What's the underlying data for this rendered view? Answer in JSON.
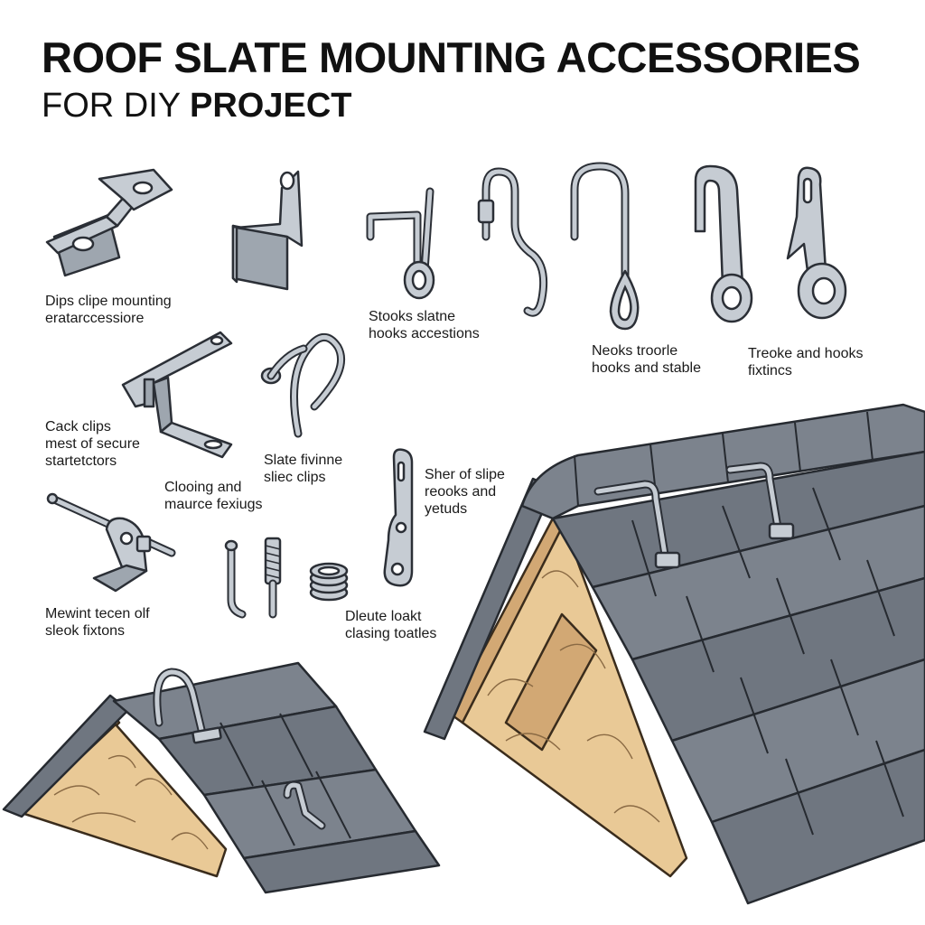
{
  "header": {
    "title": "ROOF SLATE MOUNTING ACCESSORIES",
    "subtitle_prefix": "FOR DIY",
    "subtitle_bold": "PROJECT"
  },
  "labels": [
    {
      "id": "dips-clips",
      "lines": [
        "Dips clipe mounting",
        "eratarccessiore"
      ]
    },
    {
      "id": "stooks-slate",
      "lines": [
        "Stooks slatne",
        "hooks accestions"
      ]
    },
    {
      "id": "neoks-trooole",
      "lines": [
        "Neoks troorle",
        "hooks and stable"
      ]
    },
    {
      "id": "treoke-hooks",
      "lines": [
        "Treoke and hooks",
        "fixtincs"
      ]
    },
    {
      "id": "cack-clips",
      "lines": [
        "Cack clips",
        "mest of secure",
        "startetctors"
      ]
    },
    {
      "id": "slate-fivinne",
      "lines": [
        "Slate fivinne",
        "sliec clips"
      ]
    },
    {
      "id": "clooing",
      "lines": [
        "Clooing and",
        "maurce fexiugs"
      ]
    },
    {
      "id": "sher-slipe",
      "lines": [
        "Sher of slipe",
        "reooks and",
        "yetuds"
      ]
    },
    {
      "id": "mewint",
      "lines": [
        "Mewint tecen olf",
        "sleok fixtons"
      ]
    },
    {
      "id": "dieute",
      "lines": [
        "Dleute loakt",
        "clasing toatles"
      ]
    }
  ],
  "icons": [
    "mounting-bracket-icon",
    "z-clip-icon",
    "slate-hook-icon",
    "s-hook-icon",
    "eye-hook-icon",
    "long-hook-icon",
    "clip-hook-icon",
    "ridge-bracket-icon",
    "swan-neck-hook-icon",
    "rod-bracket-icon",
    "screw-icon",
    "spring-icon",
    "strap-plate-icon",
    "small-roof-icon",
    "large-roof-icon"
  ],
  "colors": {
    "metal": "#c6ccd3",
    "outline": "#2b2f36",
    "slate": "#6f7680",
    "wood": "#e9c996"
  }
}
